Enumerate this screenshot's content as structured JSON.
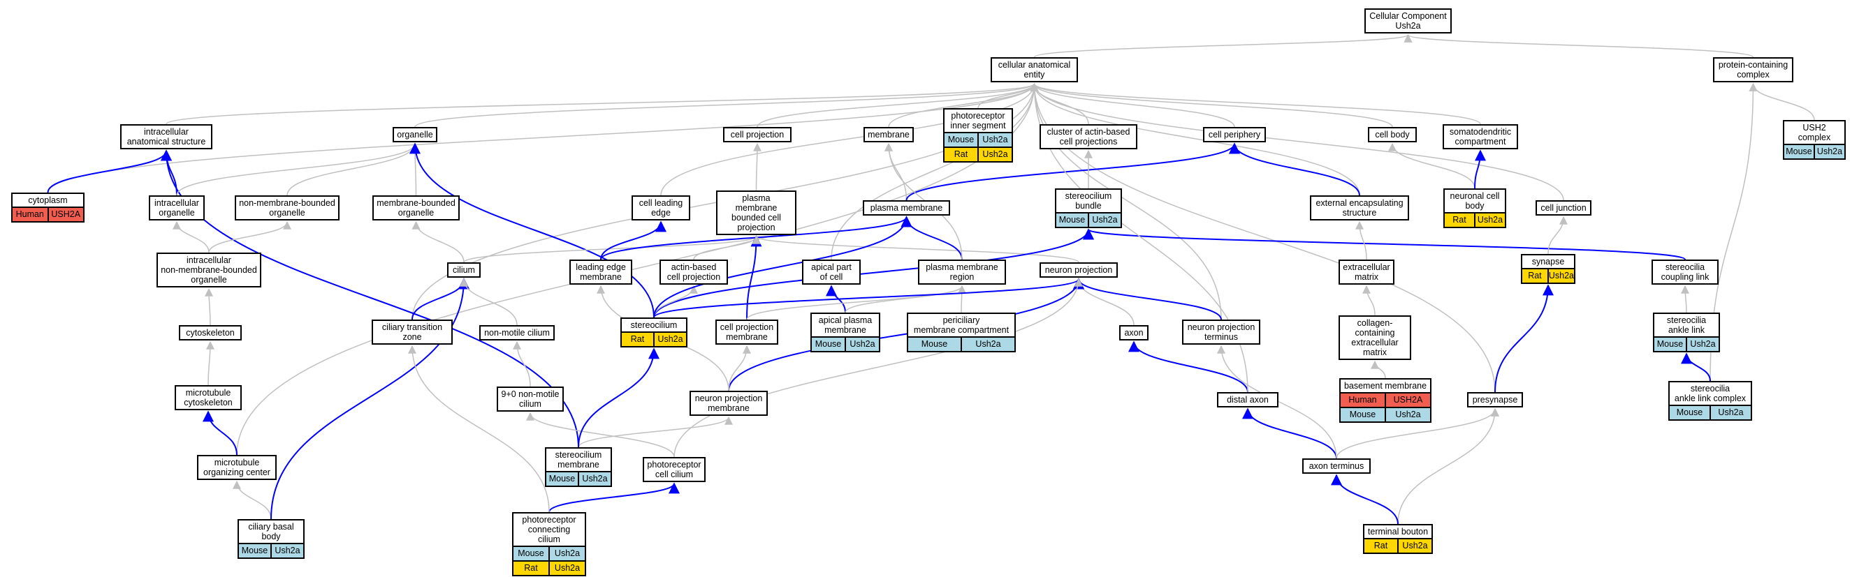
{
  "colors": {
    "is_a_edge": "#c0c0c0",
    "part_of_edge": "#0000ff",
    "human": "#f15e4f",
    "mouse": "#add8e6",
    "rat": "#ffd700"
  },
  "nodes": [
    {
      "id": "root",
      "label": "Cellular Component\nUsh2a"
    },
    {
      "id": "cae",
      "label": "cellular anatomical\nentity"
    },
    {
      "id": "pcc",
      "label": "protein-containing\ncomplex"
    },
    {
      "id": "ush2c",
      "label": "USH2 complex",
      "rows": [
        [
          [
            "Mouse",
            "mouse"
          ],
          [
            "Ush2a",
            "mouse"
          ]
        ]
      ]
    },
    {
      "id": "ias",
      "label": "intracellular\nanatomical structure"
    },
    {
      "id": "cytoplasm",
      "label": "cytoplasm",
      "rows": [
        [
          [
            "Human",
            "human"
          ],
          [
            "USH2A",
            "human"
          ]
        ]
      ]
    },
    {
      "id": "organelle",
      "label": "organelle"
    },
    {
      "id": "cellproj",
      "label": "cell projection"
    },
    {
      "id": "membrane",
      "label": "membrane"
    },
    {
      "id": "pis",
      "label": "photoreceptor\ninner segment",
      "rows": [
        [
          [
            "Mouse",
            "mouse"
          ],
          [
            "Ush2a",
            "mouse"
          ]
        ],
        [
          [
            "Rat",
            "rat"
          ],
          [
            "Ush2a",
            "rat"
          ]
        ]
      ]
    },
    {
      "id": "cabcp",
      "label": "cluster of actin-based\ncell projections"
    },
    {
      "id": "cellper",
      "label": "cell periphery"
    },
    {
      "id": "cellbody",
      "label": "cell body"
    },
    {
      "id": "somato",
      "label": "somatodendritic\ncompartment"
    },
    {
      "id": "intraorg",
      "label": "intracellular\norganelle"
    },
    {
      "id": "nonmem",
      "label": "non-membrane-bounded\norganelle"
    },
    {
      "id": "membound",
      "label": "membrane-bounded\norganelle"
    },
    {
      "id": "cle",
      "label": "cell leading\nedge"
    },
    {
      "id": "pmbcp",
      "label": "plasma membrane\nbounded cell\nprojection"
    },
    {
      "id": "pm",
      "label": "plasma membrane"
    },
    {
      "id": "stereob",
      "label": "stereocilium\nbundle",
      "rows": [
        [
          [
            "Mouse",
            "mouse"
          ],
          [
            "Ush2a",
            "mouse"
          ]
        ]
      ]
    },
    {
      "id": "ecs",
      "label": "external encapsulating\nstructure"
    },
    {
      "id": "ncb",
      "label": "neuronal cell\nbody",
      "rows": [
        [
          [
            "Rat",
            "rat"
          ],
          [
            "Ush2a",
            "rat"
          ]
        ]
      ]
    },
    {
      "id": "celljunc",
      "label": "cell junction"
    },
    {
      "id": "intranonmem",
      "label": "intracellular\nnon-membrane-bounded\norganelle"
    },
    {
      "id": "cilium",
      "label": "cilium"
    },
    {
      "id": "lem",
      "label": "leading edge\nmembrane"
    },
    {
      "id": "abcp",
      "label": "actin-based\ncell projection"
    },
    {
      "id": "apical",
      "label": "apical part\nof cell"
    },
    {
      "id": "pmr",
      "label": "plasma membrane\nregion"
    },
    {
      "id": "np",
      "label": "neuron projection"
    },
    {
      "id": "ecm",
      "label": "extracellular\nmatrix"
    },
    {
      "id": "synapse",
      "label": "synapse",
      "rows": [
        [
          [
            "Rat",
            "rat"
          ],
          [
            "Ush2a",
            "rat"
          ]
        ]
      ]
    },
    {
      "id": "scl",
      "label": "stereocilia\ncoupling link"
    },
    {
      "id": "cytoskeleton",
      "label": "cytoskeleton"
    },
    {
      "id": "ctz",
      "label": "ciliary transition\nzone"
    },
    {
      "id": "nmc",
      "label": "non-motile cilium"
    },
    {
      "id": "stereocilium",
      "label": "stereocilium",
      "rows": [
        [
          [
            "Rat",
            "rat"
          ],
          [
            "Ush2a",
            "rat"
          ]
        ]
      ]
    },
    {
      "id": "cpm",
      "label": "cell projection\nmembrane"
    },
    {
      "id": "apm",
      "label": "apical plasma\nmembrane",
      "rows": [
        [
          [
            "Mouse",
            "mouse"
          ],
          [
            "Ush2a",
            "mouse"
          ]
        ]
      ]
    },
    {
      "id": "pmc",
      "label": "periciliary\nmembrane compartment",
      "rows": [
        [
          [
            "Mouse",
            "mouse"
          ],
          [
            "Ush2a",
            "mouse"
          ]
        ]
      ]
    },
    {
      "id": "axon",
      "label": "axon"
    },
    {
      "id": "npt",
      "label": "neuron projection\nterminus"
    },
    {
      "id": "ccem",
      "label": "collagen-containing\nextracellular\nmatrix"
    },
    {
      "id": "sal",
      "label": "stereocilia\nankle link",
      "rows": [
        [
          [
            "Mouse",
            "mouse"
          ],
          [
            "Ush2a",
            "mouse"
          ]
        ]
      ]
    },
    {
      "id": "mt",
      "label": "microtubule\ncytoskeleton"
    },
    {
      "id": "n90",
      "label": "9+0 non-motile\ncilium"
    },
    {
      "id": "npm",
      "label": "neuron projection\nmembrane"
    },
    {
      "id": "distal",
      "label": "distal axon"
    },
    {
      "id": "bm",
      "label": "basement membrane",
      "rows": [
        [
          [
            "Human",
            "human"
          ],
          [
            "USH2A",
            "human"
          ]
        ],
        [
          [
            "Mouse",
            "mouse"
          ],
          [
            "Ush2a",
            "mouse"
          ]
        ]
      ]
    },
    {
      "id": "presyn",
      "label": "presynapse"
    },
    {
      "id": "salc",
      "label": "stereocilia\nankle link complex",
      "rows": [
        [
          [
            "Mouse",
            "mouse"
          ],
          [
            "Ush2a",
            "mouse"
          ]
        ]
      ]
    },
    {
      "id": "moc",
      "label": "microtubule\norganizing center"
    },
    {
      "id": "stm",
      "label": "stereocilium\nmembrane",
      "rows": [
        [
          [
            "Mouse",
            "mouse"
          ],
          [
            "Ush2a",
            "mouse"
          ]
        ]
      ]
    },
    {
      "id": "pcilium",
      "label": "photoreceptor\ncell cilium"
    },
    {
      "id": "axterm",
      "label": "axon terminus"
    },
    {
      "id": "cbb",
      "label": "ciliary basal\nbody",
      "rows": [
        [
          [
            "Mouse",
            "mouse"
          ],
          [
            "Ush2a",
            "mouse"
          ]
        ]
      ]
    },
    {
      "id": "pcc2",
      "label": "photoreceptor\nconnecting cilium",
      "rows": [
        [
          [
            "Mouse",
            "mouse"
          ],
          [
            "Ush2a",
            "mouse"
          ]
        ],
        [
          [
            "Rat",
            "rat"
          ],
          [
            "Ush2a",
            "rat"
          ]
        ]
      ]
    },
    {
      "id": "tb",
      "label": "terminal bouton",
      "rows": [
        [
          [
            "Rat",
            "rat"
          ],
          [
            "Ush2a",
            "rat"
          ]
        ]
      ]
    }
  ],
  "edges": [
    {
      "from": "cae",
      "to": "root",
      "type": "is_a"
    },
    {
      "from": "pcc",
      "to": "root",
      "type": "is_a"
    },
    {
      "from": "ush2c",
      "to": "pcc",
      "type": "is_a"
    },
    {
      "from": "salc",
      "to": "pcc",
      "type": "is_a"
    },
    {
      "from": "ias",
      "to": "cae",
      "type": "is_a"
    },
    {
      "from": "cytoplasm",
      "to": "cae",
      "type": "is_a"
    },
    {
      "from": "organelle",
      "to": "cae",
      "type": "is_a"
    },
    {
      "from": "cellproj",
      "to": "cae",
      "type": "is_a"
    },
    {
      "from": "membrane",
      "to": "cae",
      "type": "is_a"
    },
    {
      "from": "pis",
      "to": "cae",
      "type": "is_a"
    },
    {
      "from": "cabcp",
      "to": "cae",
      "type": "is_a"
    },
    {
      "from": "cellper",
      "to": "cae",
      "type": "is_a"
    },
    {
      "from": "cellbody",
      "to": "cae",
      "type": "is_a"
    },
    {
      "from": "somato",
      "to": "cae",
      "type": "is_a"
    },
    {
      "from": "cle",
      "to": "cae",
      "type": "is_a"
    },
    {
      "from": "apical",
      "to": "cae",
      "type": "is_a"
    },
    {
      "from": "ecs",
      "to": "cae",
      "type": "is_a"
    },
    {
      "from": "celljunc",
      "to": "cae",
      "type": "is_a"
    },
    {
      "from": "ctz",
      "to": "cae",
      "type": "is_a"
    },
    {
      "from": "moc",
      "to": "cae",
      "type": "is_a"
    },
    {
      "from": "npt",
      "to": "cae",
      "type": "is_a"
    },
    {
      "from": "presyn",
      "to": "cae",
      "type": "is_a"
    },
    {
      "from": "cytoplasm",
      "to": "ias",
      "type": "part_of"
    },
    {
      "from": "intraorg",
      "to": "ias",
      "type": "part_of"
    },
    {
      "from": "stm",
      "to": "ias",
      "type": "part_of"
    },
    {
      "from": "intraorg",
      "to": "organelle",
      "type": "is_a"
    },
    {
      "from": "nonmem",
      "to": "organelle",
      "type": "is_a"
    },
    {
      "from": "membound",
      "to": "organelle",
      "type": "is_a"
    },
    {
      "from": "stereocilium",
      "to": "organelle",
      "type": "part_of"
    },
    {
      "from": "intranonmem",
      "to": "intraorg",
      "type": "is_a"
    },
    {
      "from": "intranonmem",
      "to": "nonmem",
      "type": "is_a"
    },
    {
      "from": "cilium",
      "to": "membound",
      "type": "is_a"
    },
    {
      "from": "cytoskeleton",
      "to": "intranonmem",
      "type": "is_a"
    },
    {
      "from": "mt",
      "to": "cytoskeleton",
      "type": "is_a"
    },
    {
      "from": "moc",
      "to": "mt",
      "type": "part_of"
    },
    {
      "from": "cbb",
      "to": "moc",
      "type": "is_a"
    },
    {
      "from": "cbb",
      "to": "cilium",
      "type": "part_of"
    },
    {
      "from": "ctz",
      "to": "cilium",
      "type": "part_of"
    },
    {
      "from": "nmc",
      "to": "cilium",
      "type": "is_a"
    },
    {
      "from": "n90",
      "to": "nmc",
      "type": "is_a"
    },
    {
      "from": "pcilium",
      "to": "n90",
      "type": "is_a"
    },
    {
      "from": "pcc2",
      "to": "pcilium",
      "type": "part_of"
    },
    {
      "from": "pcc2",
      "to": "ctz",
      "type": "is_a"
    },
    {
      "from": "pmbcp",
      "to": "cellproj",
      "type": "is_a"
    },
    {
      "from": "cilium",
      "to": "pmbcp",
      "type": "is_a"
    },
    {
      "from": "lem",
      "to": "cle",
      "type": "part_of"
    },
    {
      "from": "lem",
      "to": "pm",
      "type": "part_of"
    },
    {
      "from": "abcp",
      "to": "pmbcp",
      "type": "is_a"
    },
    {
      "from": "cpm",
      "to": "pmbcp",
      "type": "part_of"
    },
    {
      "from": "np",
      "to": "pmbcp",
      "type": "is_a"
    },
    {
      "from": "pm",
      "to": "membrane",
      "type": "is_a"
    },
    {
      "from": "pm",
      "to": "cellper",
      "type": "part_of"
    },
    {
      "from": "ecs",
      "to": "cellper",
      "type": "part_of"
    },
    {
      "from": "pmr",
      "to": "pm",
      "type": "part_of"
    },
    {
      "from": "pmr",
      "to": "membrane",
      "type": "is_a"
    },
    {
      "from": "apm",
      "to": "apical",
      "type": "part_of"
    },
    {
      "from": "apm",
      "to": "pmr",
      "type": "is_a"
    },
    {
      "from": "pmc",
      "to": "pmr",
      "type": "is_a"
    },
    {
      "from": "cpm",
      "to": "pmr",
      "type": "is_a"
    },
    {
      "from": "stereocilium",
      "to": "stereob",
      "type": "part_of"
    },
    {
      "from": "stereob",
      "to": "cabcp",
      "type": "is_a"
    },
    {
      "from": "scl",
      "to": "stereob",
      "type": "part_of"
    },
    {
      "from": "sal",
      "to": "scl",
      "type": "is_a"
    },
    {
      "from": "salc",
      "to": "sal",
      "type": "part_of"
    },
    {
      "from": "ncb",
      "to": "cellbody",
      "type": "is_a"
    },
    {
      "from": "ncb",
      "to": "somato",
      "type": "part_of"
    },
    {
      "from": "ecm",
      "to": "ecs",
      "type": "is_a"
    },
    {
      "from": "ccem",
      "to": "ecm",
      "type": "is_a"
    },
    {
      "from": "bm",
      "to": "ccem",
      "type": "is_a"
    },
    {
      "from": "synapse",
      "to": "celljunc",
      "type": "is_a"
    },
    {
      "from": "presyn",
      "to": "synapse",
      "type": "part_of"
    },
    {
      "from": "tb",
      "to": "presyn",
      "type": "is_a"
    },
    {
      "from": "tb",
      "to": "axterm",
      "type": "part_of"
    },
    {
      "from": "axterm",
      "to": "presyn",
      "type": "is_a"
    },
    {
      "from": "axterm",
      "to": "distal",
      "type": "part_of"
    },
    {
      "from": "axterm",
      "to": "npt",
      "type": "is_a"
    },
    {
      "from": "distal",
      "to": "axon",
      "type": "part_of"
    },
    {
      "from": "axon",
      "to": "np",
      "type": "is_a"
    },
    {
      "from": "npt",
      "to": "np",
      "type": "part_of"
    },
    {
      "from": "distal",
      "to": "cae",
      "type": "is_a"
    },
    {
      "from": "npm",
      "to": "np",
      "type": "part_of"
    },
    {
      "from": "npm",
      "to": "cpm",
      "type": "is_a"
    },
    {
      "from": "npm",
      "to": "lem",
      "type": "is_a"
    },
    {
      "from": "stm",
      "to": "npm",
      "type": "is_a"
    },
    {
      "from": "stm",
      "to": "stereocilium",
      "type": "part_of"
    },
    {
      "from": "stereocilium",
      "to": "abcp",
      "type": "is_a"
    },
    {
      "from": "stereocilium",
      "to": "pm",
      "type": "part_of"
    },
    {
      "from": "stereocilium",
      "to": "np",
      "type": "part_of"
    },
    {
      "from": "pcilium",
      "to": "np",
      "type": "is_a"
    }
  ]
}
